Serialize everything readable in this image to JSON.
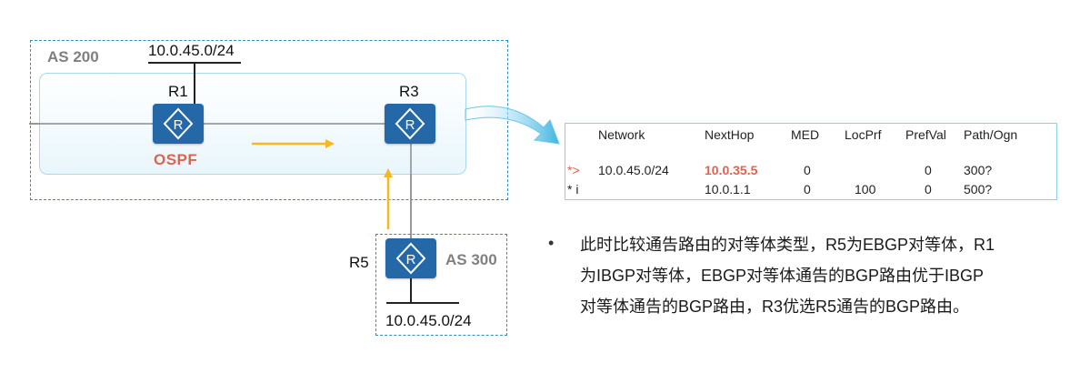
{
  "as200": {
    "label": "AS 200"
  },
  "as300": {
    "label": "AS 300"
  },
  "routers": {
    "r1": {
      "label": "R1",
      "glyph": "R"
    },
    "r3": {
      "label": "R3",
      "glyph": "R"
    },
    "r5": {
      "label": "R5",
      "glyph": "R"
    }
  },
  "networks": {
    "top": "10.0.45.0/24",
    "bottom": "10.0.45.0/24"
  },
  "ospf": "OSPF",
  "bgp_table": {
    "headers": [
      "Network",
      "NextHop",
      "MED",
      "LocPrf",
      "PrefVal",
      "Path/Ogn"
    ],
    "rows": [
      {
        "status": "*>",
        "network": "10.0.45.0/24",
        "nexthop": "10.0.35.5",
        "med": "0",
        "locprf": "",
        "prefval": "0",
        "path": "300?"
      },
      {
        "status": "* i",
        "network": "",
        "nexthop": "10.0.1.1",
        "med": "0",
        "locprf": "100",
        "prefval": "0",
        "path": "500?"
      }
    ]
  },
  "description": {
    "bullet": "•",
    "lines": [
      "此时比较通告路由的对等体类型，R5为EBGP对等体，R1",
      "为IBGP对等体，EBGP对等体通告的BGP路由优于IBGP",
      "对等体通告的BGP路由，R3优选R5通告的BGP路由。"
    ]
  },
  "colors": {
    "router_fill": "#2568a7",
    "dashed_border": "#2e8fc0",
    "ospf_red": "#e0614e",
    "flow_arrow": "#f5b820",
    "callout_blue": "#5cc0e4"
  },
  "icons": [
    "router-icon",
    "flow-arrow-icon",
    "callout-arrow-icon"
  ]
}
